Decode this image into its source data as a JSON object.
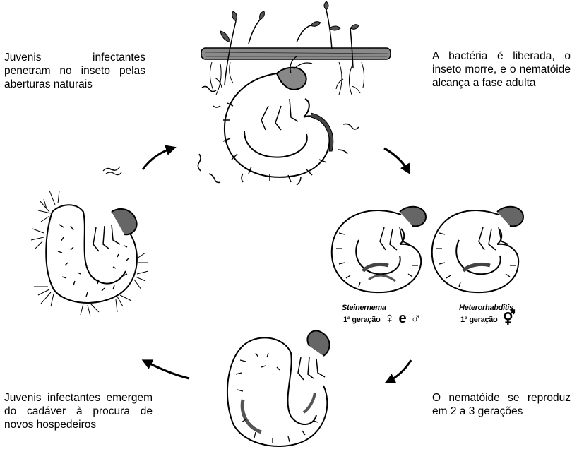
{
  "captions": {
    "top_left": "Juvenis infectantes penetram no inseto pelas aberturas naturais",
    "top_right": "A bactéria é liberada, o inseto morre, e o nematóide alcança a fase adulta",
    "bottom_right": "O nematóide se reproduz em 2 a 3 gerações",
    "bottom_left": "Juvenis infectantes emergem do cadáver à procura de novos hospedeiros"
  },
  "species": [
    {
      "name": "Steinernema",
      "generation": "1ª geração",
      "sexes": "♀ e ♂"
    },
    {
      "name": "Heterorhabditis",
      "generation": "1ª geração",
      "sexes": "⚥"
    }
  ],
  "colors": {
    "ink": "#000000",
    "background": "#ffffff"
  }
}
